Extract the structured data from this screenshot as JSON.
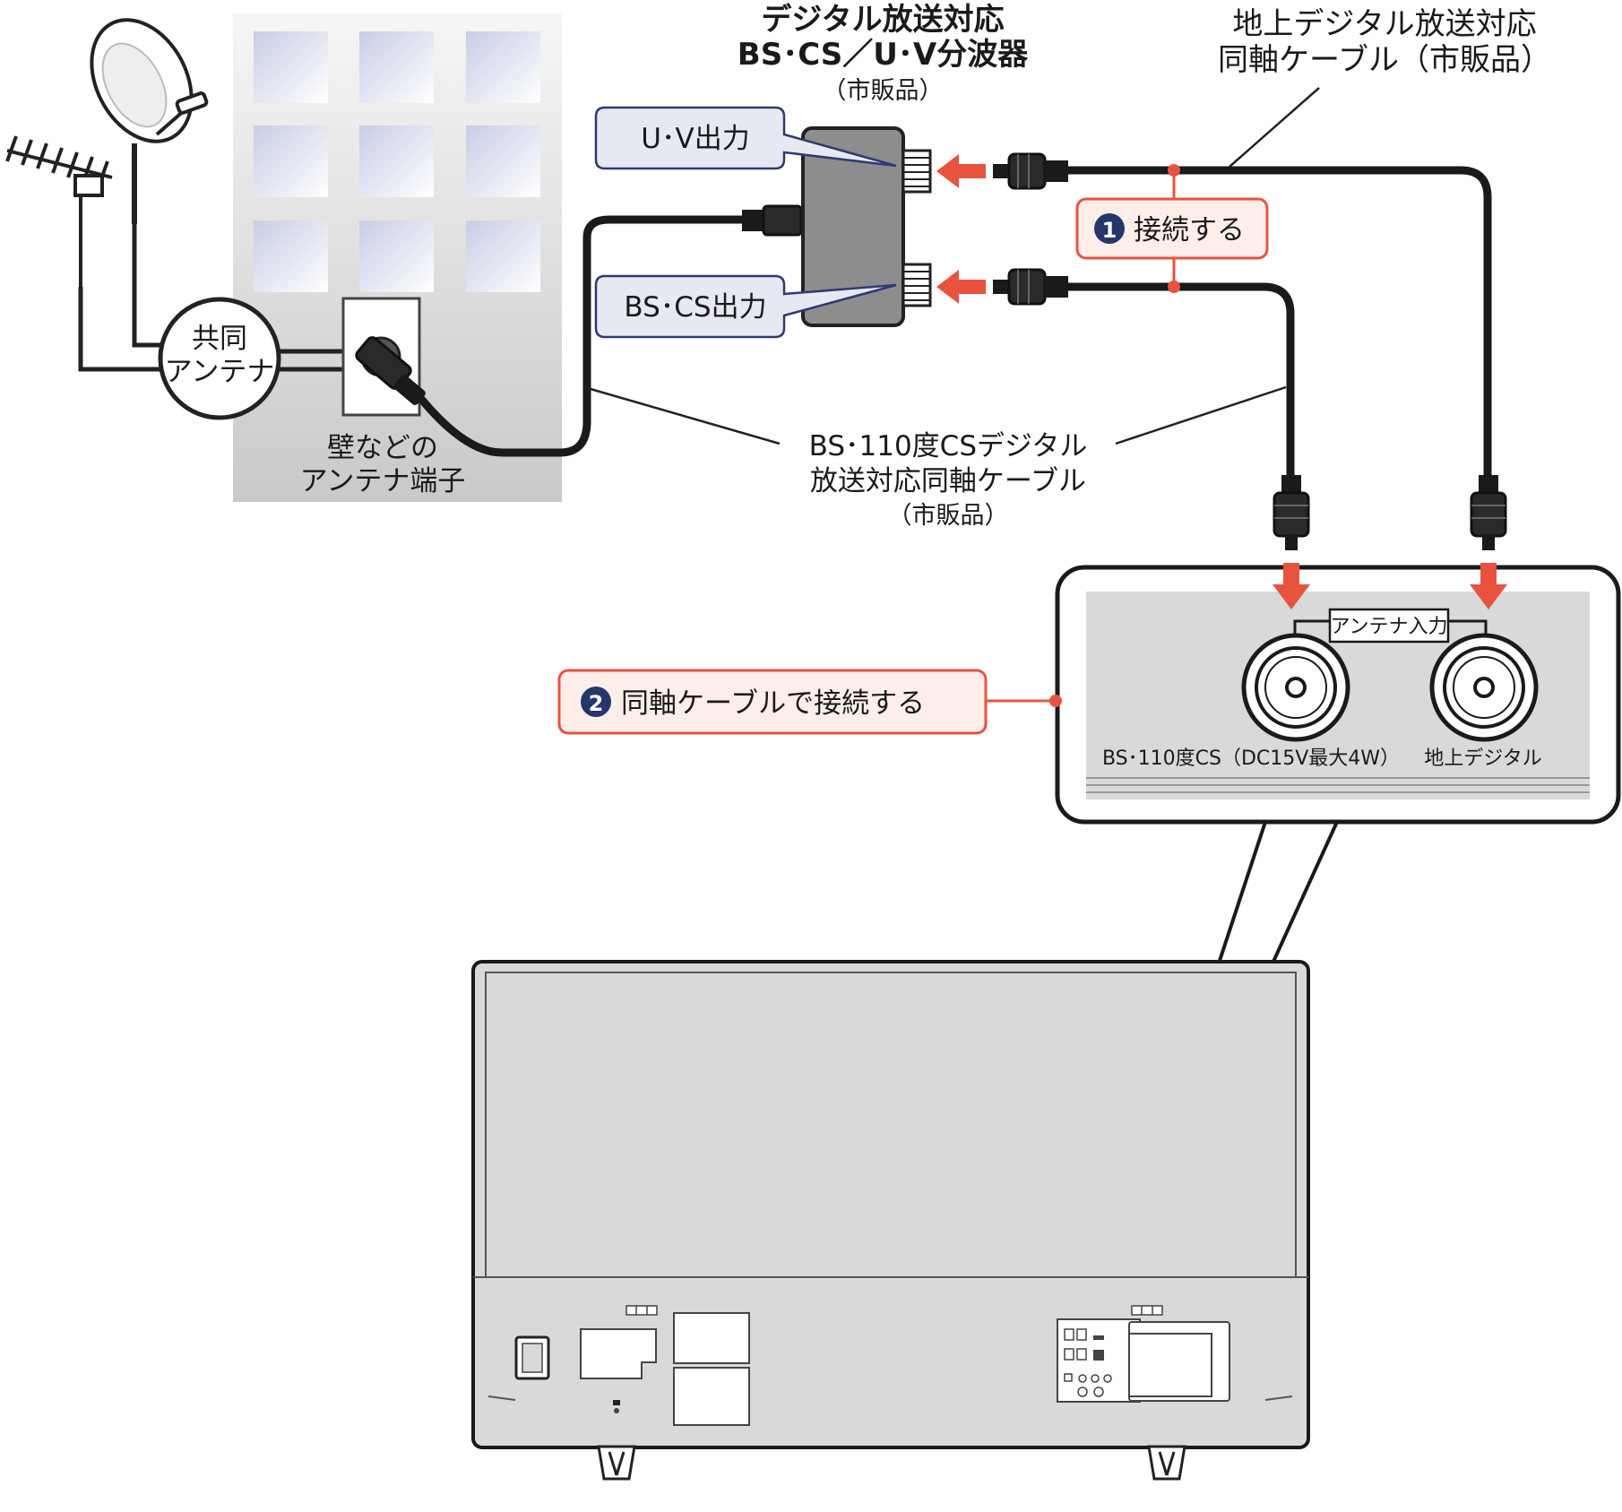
{
  "labels": {
    "splitter_title_1": "デジタル放送対応",
    "splitter_title_2": "BS･CS／U･V分波器",
    "splitter_note": "（市販品）",
    "terrestrial_cable_1": "地上デジタル放送対応",
    "terrestrial_cable_2": "同軸ケーブル（市販品）",
    "uv_output": "U･V出力",
    "bscs_output": "BS･CS出力",
    "step1_number": "1",
    "step1_text": "接続する",
    "shared_antenna_1": "共同",
    "shared_antenna_2": "アンテナ",
    "wall_terminal_1": "壁などの",
    "wall_terminal_2": "アンテナ端子",
    "bs_cable_1": "BS･110度CSデジタル",
    "bs_cable_2": "放送対応同軸ケーブル",
    "bs_cable_note": "（市販品）",
    "step2_number": "2",
    "step2_text": "同軸ケーブルで接続する",
    "antenna_input": "アンテナ入力",
    "port_bs": "BS･110度CS（DC15V最大4W）",
    "port_terrestrial": "地上デジタル"
  },
  "colors": {
    "accent": "#e8533f",
    "badge": "#26356b",
    "callout_fill": "#e7e9f2",
    "step_fill": "#fdeeea",
    "device_gray": "#8d8d8d",
    "tv_gray": "#d9d9d9"
  }
}
